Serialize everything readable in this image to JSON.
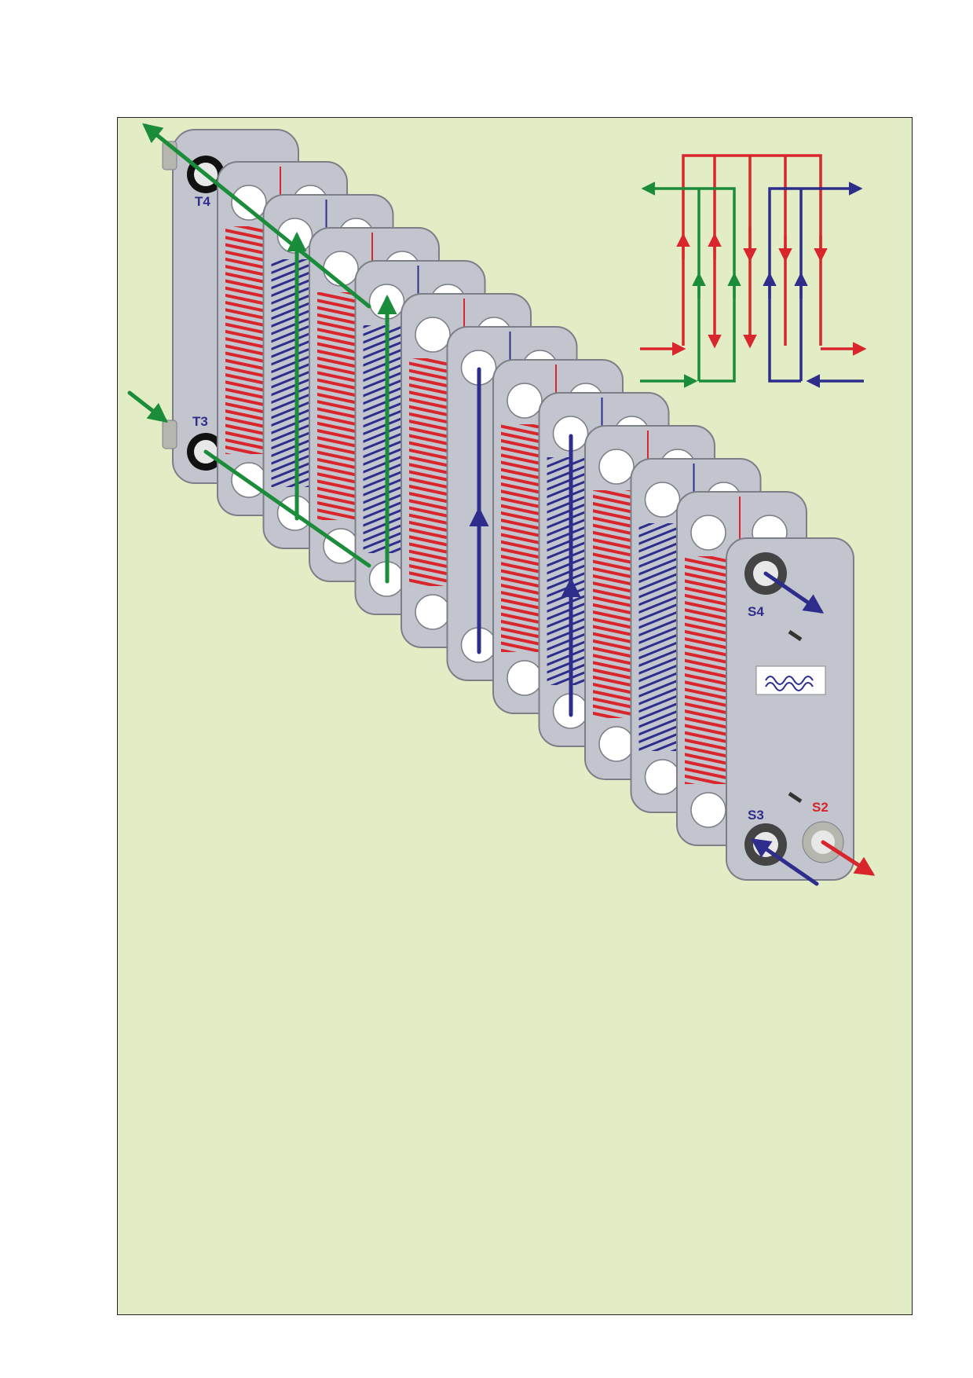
{
  "colors": {
    "background": "#e2ecc5",
    "plate": "#c3c5ce",
    "plate_stroke": "#7d7f88",
    "hot": "#d9252c",
    "cold": "#2e2d8c",
    "green": "#1a8c3a"
  },
  "ports": {
    "t4": "T4",
    "t3": "T3",
    "s4": "S4",
    "s3": "S3",
    "s2": "S2"
  },
  "logo": "alfa-laval-logo"
}
